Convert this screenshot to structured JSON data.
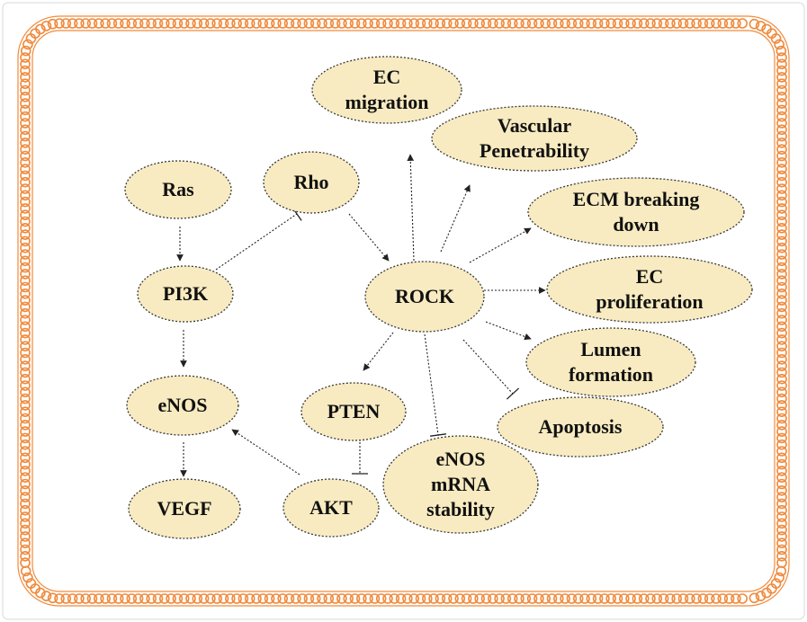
{
  "diagram": {
    "colors": {
      "node_fill": "#f8ebc1",
      "border": "#f08a3c",
      "background": "#ffffff"
    },
    "nodes": {
      "ec_migration": [
        "EC",
        "migration"
      ],
      "vascular": [
        "Vascular",
        "Penetrability"
      ],
      "rho": [
        "Rho"
      ],
      "ras": [
        "Ras"
      ],
      "ecm": [
        "ECM breaking",
        "down"
      ],
      "pi3k": [
        "PI3K"
      ],
      "rock": [
        "ROCK"
      ],
      "ec_prolif": [
        "EC",
        "proliferation"
      ],
      "lumen": [
        "Lumen",
        "formation"
      ],
      "enos": [
        "eNOS"
      ],
      "pten": [
        "PTEN"
      ],
      "apoptosis": [
        "Apoptosis"
      ],
      "enos_mrna": [
        "eNOS",
        "mRNA",
        "stability"
      ],
      "vegf": [
        "VEGF"
      ],
      "akt": [
        "AKT"
      ]
    },
    "edges": [
      {
        "from": "ras",
        "to": "pi3k",
        "type": "activates"
      },
      {
        "from": "pi3k",
        "to": "enos",
        "type": "activates"
      },
      {
        "from": "enos",
        "to": "vegf",
        "type": "activates"
      },
      {
        "from": "pi3k",
        "to": "rho",
        "type": "inhibits"
      },
      {
        "from": "rho",
        "to": "rock",
        "type": "activates"
      },
      {
        "from": "rock",
        "to": "ec_migration",
        "type": "activates"
      },
      {
        "from": "rock",
        "to": "vascular",
        "type": "activates"
      },
      {
        "from": "rock",
        "to": "ecm",
        "type": "activates"
      },
      {
        "from": "rock",
        "to": "ec_prolif",
        "type": "activates"
      },
      {
        "from": "rock",
        "to": "lumen",
        "type": "activates"
      },
      {
        "from": "rock",
        "to": "apoptosis",
        "type": "inhibits"
      },
      {
        "from": "rock",
        "to": "enos_mrna",
        "type": "inhibits"
      },
      {
        "from": "rock",
        "to": "pten",
        "type": "activates"
      },
      {
        "from": "pten",
        "to": "akt",
        "type": "inhibits"
      },
      {
        "from": "akt",
        "to": "enos",
        "type": "activates"
      }
    ]
  }
}
